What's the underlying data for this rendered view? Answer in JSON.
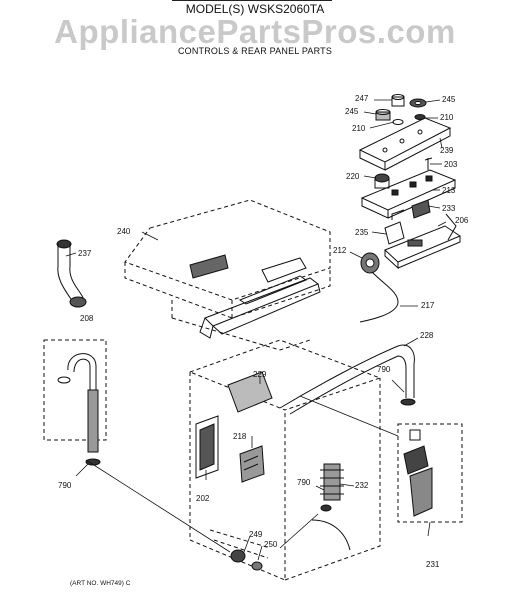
{
  "header": {
    "model": "MODEL(S) WSKS2060TA",
    "section": "CONTROLS & REAR PANEL PARTS",
    "watermark": "AppliancePartsPros.com"
  },
  "part_labels": {
    "p247": "247",
    "p245_left": "245",
    "p245_right": "245",
    "p210_left": "210",
    "p210_right": "210",
    "p239": "239",
    "p203": "203",
    "p220": "220",
    "p213": "213",
    "p233": "233",
    "p206": "206",
    "p235": "235",
    "p212": "212",
    "p240": "240",
    "p237": "237",
    "p217": "217",
    "p208": "208",
    "p228": "228",
    "p790_top": "790",
    "p229": "229",
    "p218": "218",
    "p790_mid": "790",
    "p232": "232",
    "p202": "202",
    "p790_left": "790",
    "p249": "249",
    "p250": "250",
    "p231": "231"
  },
  "footer": {
    "art_number": "(ART NO. WH749) C"
  }
}
